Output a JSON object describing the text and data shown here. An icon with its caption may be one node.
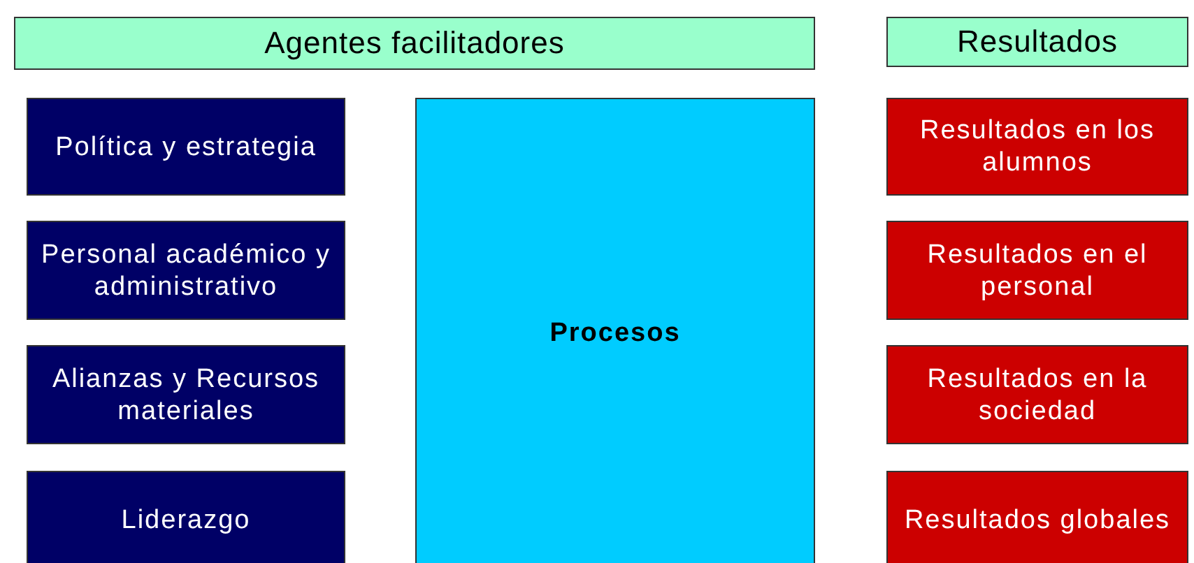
{
  "diagram": {
    "nodes": [
      {
        "text": [
          "Agentes facilitadores"
        ]
      },
      {
        "text": [
          "Resultados"
        ]
      },
      {
        "text": [
          "Política y estrategia"
        ]
      },
      {
        "text": [
          "Personal académico y administrativo"
        ]
      },
      {
        "text": [
          "Alianzas y Recursos materiales"
        ]
      },
      {
        "text": [
          "Liderazgo"
        ]
      },
      {
        "text": [
          "Procesos"
        ]
      },
      {
        "text": [
          "Resultados en los alumnos"
        ]
      },
      {
        "text": [
          "Resultados en el personal"
        ]
      },
      {
        "text": [
          "Resultados en la sociedad"
        ]
      },
      {
        "text": [
          "Resultados globales"
        ]
      }
    ],
    "edges": []
  }
}
